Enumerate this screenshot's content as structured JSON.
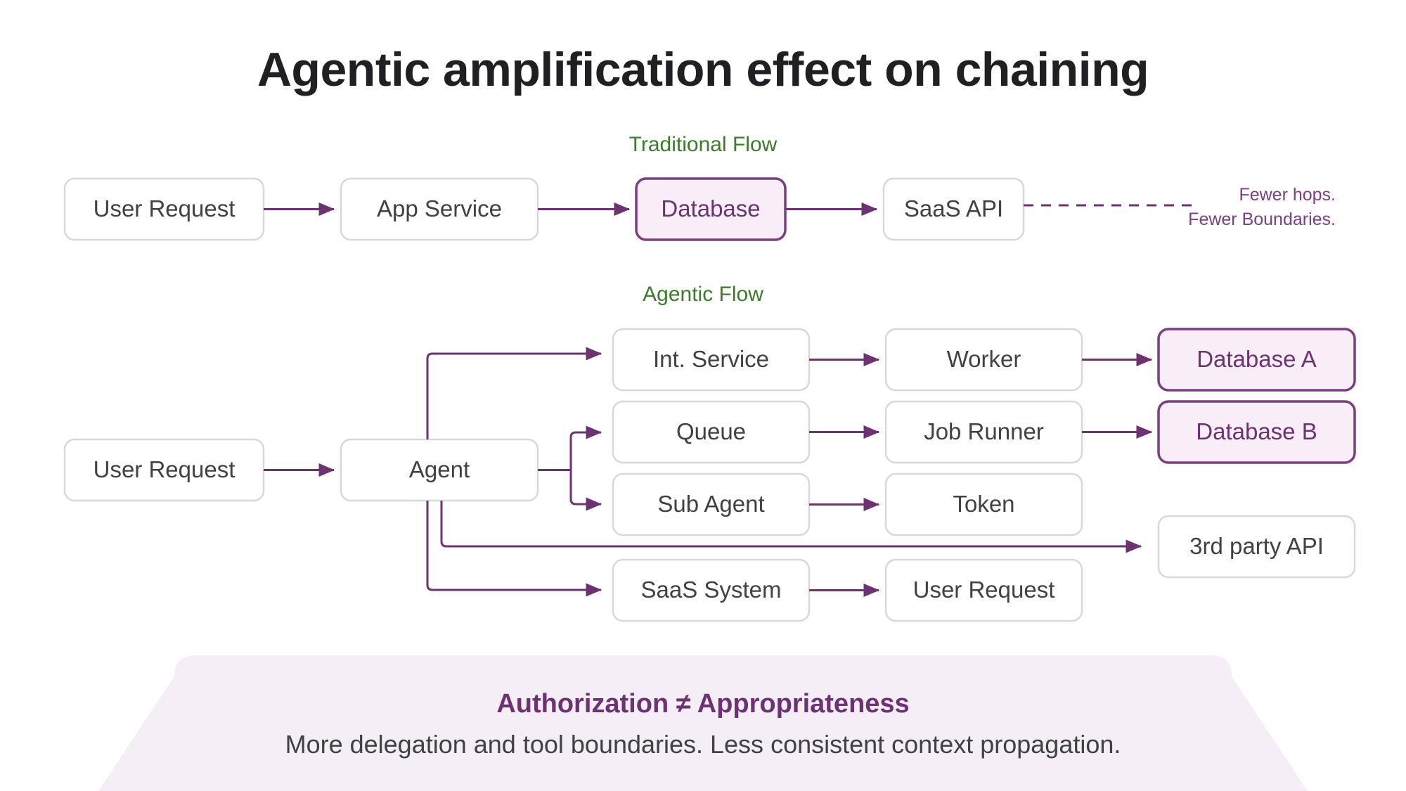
{
  "title": "Agentic amplification effect on chaining",
  "colors": {
    "accent_purple": "#6d3271",
    "accent_green": "#3e7a2c",
    "node_border": "#d8d8dc",
    "node_text": "#3f4145",
    "highlight_fill": "#f7eef8",
    "highlight_border": "#7b3f7e",
    "banner_fill": "#f5eef7",
    "page_bg": "#ffffff"
  },
  "traditional_flow": {
    "label": "Traditional Flow",
    "nodes": [
      {
        "id": "trad-user-request",
        "label": "User Request",
        "highlight": false
      },
      {
        "id": "trad-app-service",
        "label": "App Service",
        "highlight": false
      },
      {
        "id": "trad-database",
        "label": "Database",
        "highlight": true
      },
      {
        "id": "trad-saas-api",
        "label": "SaaS API",
        "highlight": false
      }
    ],
    "note_line_1": "Fewer hops.",
    "note_line_2": "Fewer Boundaries."
  },
  "agentic_flow": {
    "label": "Agentic Flow",
    "nodes": [
      {
        "id": "ag-user-request",
        "label": "User Request",
        "highlight": false
      },
      {
        "id": "ag-agent",
        "label": "Agent",
        "highlight": false
      },
      {
        "id": "ag-int-service",
        "label": "Int. Service",
        "highlight": false
      },
      {
        "id": "ag-worker",
        "label": "Worker",
        "highlight": false
      },
      {
        "id": "ag-database-a",
        "label": "Database A",
        "highlight": true
      },
      {
        "id": "ag-queue",
        "label": "Queue",
        "highlight": false
      },
      {
        "id": "ag-job-runner",
        "label": "Job Runner",
        "highlight": false
      },
      {
        "id": "ag-database-b",
        "label": "Database B",
        "highlight": true
      },
      {
        "id": "ag-sub-agent",
        "label": "Sub Agent",
        "highlight": false
      },
      {
        "id": "ag-token",
        "label": "Token",
        "highlight": false
      },
      {
        "id": "ag-third-party-api",
        "label": "3rd party API",
        "highlight": false
      },
      {
        "id": "ag-saas-system",
        "label": "SaaS System",
        "highlight": false
      },
      {
        "id": "ag-user-request-2",
        "label": "User Request",
        "highlight": false
      }
    ]
  },
  "banner": {
    "headline": "Authorization ≠ Appropriateness",
    "subline": "More delegation and tool boundaries. Less consistent context propagation."
  }
}
